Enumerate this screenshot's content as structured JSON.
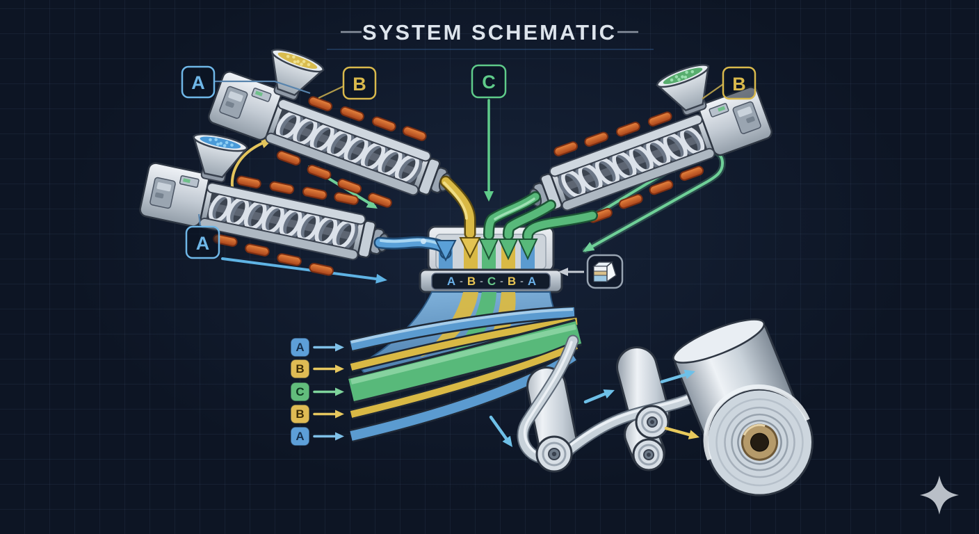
{
  "title": "SYSTEM SCHEMATIC",
  "callouts": {
    "top_left_a": {
      "label": "A",
      "color": "#6fb7e8"
    },
    "top_left_b": {
      "label": "B",
      "color": "#d9b94c"
    },
    "center_c": {
      "label": "C",
      "color": "#5fcb8a"
    },
    "right_b": {
      "label": "B",
      "color": "#d9b94c"
    },
    "lower_left_a": {
      "label": "A",
      "color": "#6fb7e8"
    }
  },
  "die": {
    "separator": "-",
    "sequence": [
      {
        "text": "A",
        "color": "#6ab0e8"
      },
      {
        "text": "B",
        "color": "#e8c554"
      },
      {
        "text": "C",
        "color": "#68c98b"
      },
      {
        "text": "B",
        "color": "#e8c554"
      },
      {
        "text": "A",
        "color": "#6ab0e8"
      }
    ]
  },
  "film_layers": [
    {
      "label": "A",
      "box_fill": "#5d9fd8",
      "label_color": "#16304c",
      "layer_color": "#5b9bd0",
      "arrow_color": "#7fc0e8"
    },
    {
      "label": "B",
      "box_fill": "#dfbb54",
      "label_color": "#3d2d08",
      "layer_color": "#d9b945",
      "arrow_color": "#e6c75e"
    },
    {
      "label": "C",
      "box_fill": "#62bd7c",
      "label_color": "#0f3a22",
      "layer_color": "#58b97a",
      "arrow_color": "#7fd49c"
    },
    {
      "label": "B",
      "box_fill": "#dfbb54",
      "label_color": "#3d2d08",
      "layer_color": "#d9b945",
      "arrow_color": "#e6c75e"
    },
    {
      "label": "A",
      "box_fill": "#5d9fd8",
      "label_color": "#16304c",
      "layer_color": "#5b9bd0",
      "arrow_color": "#7fc0e8"
    }
  ],
  "materials": {
    "hopper_top_left_content": "#d9bc4e",
    "hopper_left_content": "#4a9ad8",
    "hopper_right_content": "#58ad6e"
  },
  "icons": {
    "die_cross_section": "layered-cube-icon",
    "footer": "sparkle-icon"
  },
  "colors": {
    "background": "#0d1524",
    "grid_line": "#24344e",
    "title_text": "#dde4ec",
    "metal_light": "#eef2f6",
    "metal_dark": "#7d8894",
    "heater_band": "#c8622e",
    "flow_blue": "#6ec0e8",
    "flow_yellow": "#e8c95c",
    "flow_green": "#6fd098"
  }
}
